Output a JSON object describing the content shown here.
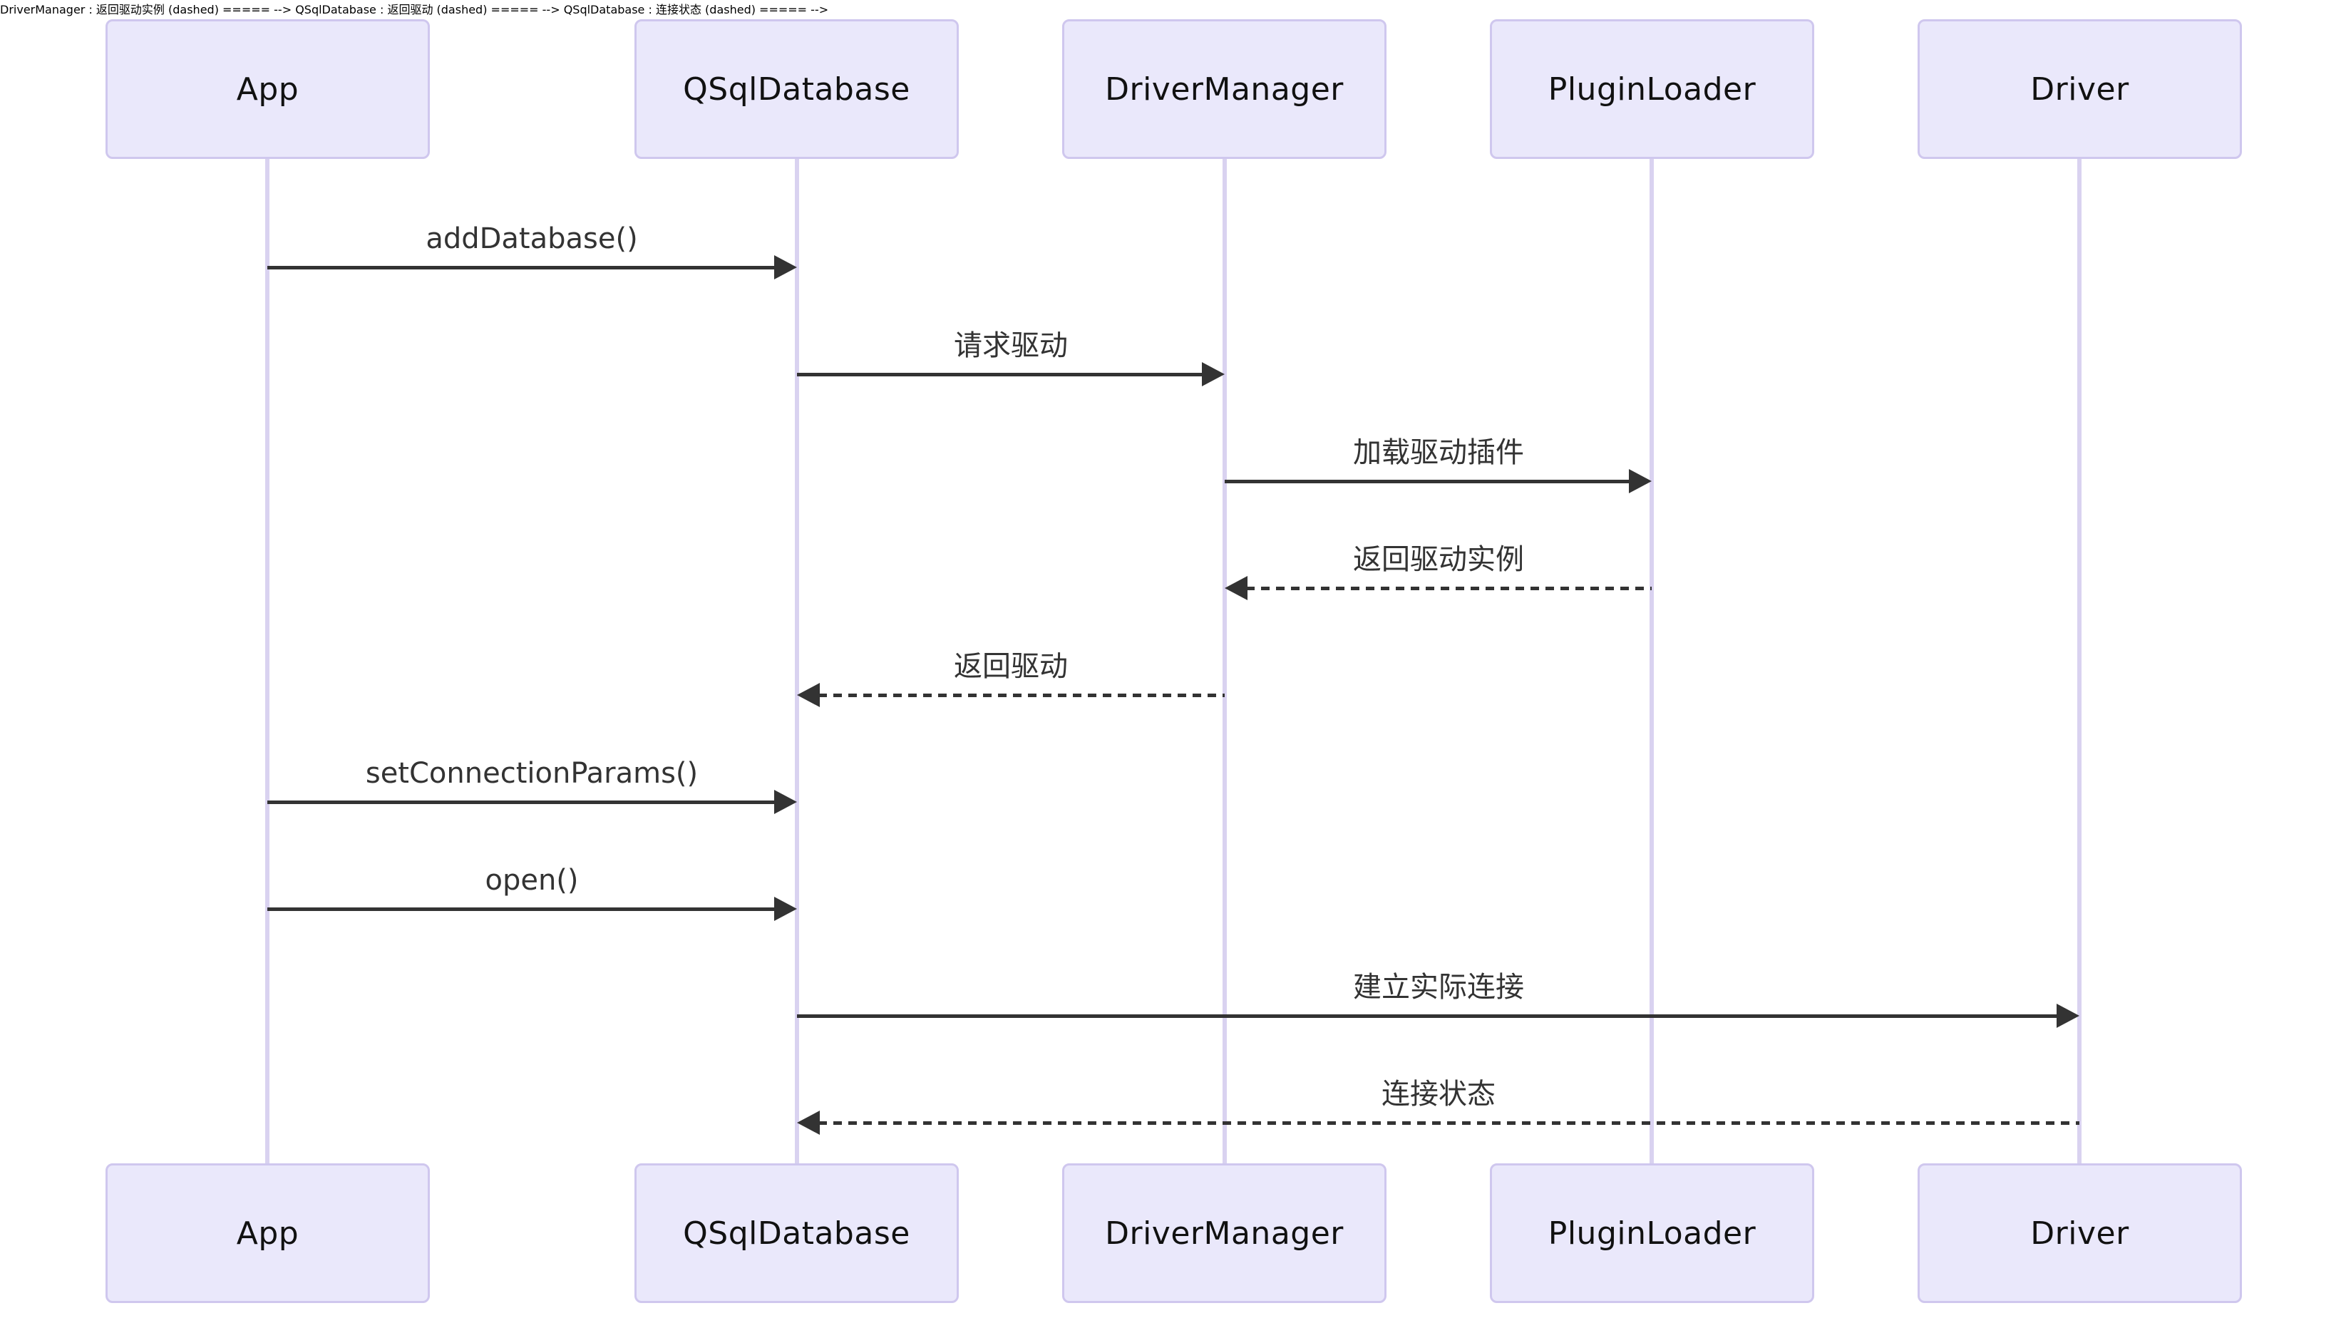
{
  "diagram": {
    "kind": "uml-sequence-diagram",
    "actors": [
      {
        "id": "app",
        "label": "App"
      },
      {
        "id": "qsqldatabase",
        "label": "QSqlDatabase"
      },
      {
        "id": "drivermanager",
        "label": "DriverManager"
      },
      {
        "id": "pluginloader",
        "label": "PluginLoader"
      },
      {
        "id": "driver",
        "label": "Driver"
      }
    ],
    "messages": [
      {
        "from": "App",
        "to": "QSqlDatabase",
        "label": "addDatabase()",
        "line": "solid",
        "direction": "right"
      },
      {
        "from": "QSqlDatabase",
        "to": "DriverManager",
        "label": "请求驱动",
        "line": "solid",
        "direction": "right"
      },
      {
        "from": "DriverManager",
        "to": "PluginLoader",
        "label": "加载驱动插件",
        "line": "solid",
        "direction": "right"
      },
      {
        "from": "PluginLoader",
        "to": "DriverManager",
        "label": "返回驱动实例",
        "line": "dashed",
        "direction": "left"
      },
      {
        "from": "DriverManager",
        "to": "QSqlDatabase",
        "label": "返回驱动",
        "line": "dashed",
        "direction": "left"
      },
      {
        "from": "App",
        "to": "QSqlDatabase",
        "label": "setConnectionParams()",
        "line": "solid",
        "direction": "right"
      },
      {
        "from": "App",
        "to": "QSqlDatabase",
        "label": "open()",
        "line": "solid",
        "direction": "right"
      },
      {
        "from": "QSqlDatabase",
        "to": "Driver",
        "label": "建立实际连接",
        "line": "solid",
        "direction": "right"
      },
      {
        "from": "Driver",
        "to": "QSqlDatabase",
        "label": "连接状态",
        "line": "dashed",
        "direction": "left"
      }
    ],
    "colors": {
      "background": "#FFFFFF",
      "actor_fill": "#EAE8FB",
      "actor_border": "#CFC7EE",
      "lifeline": "#D9D2F0",
      "message_line": "#333333",
      "message_text": "#333333",
      "actor_text": "#111111"
    }
  }
}
